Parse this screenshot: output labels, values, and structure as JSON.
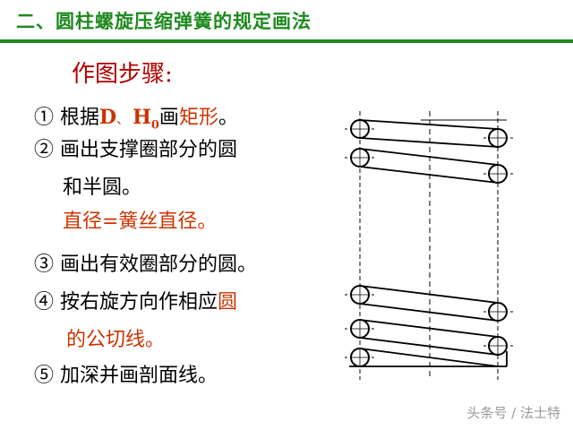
{
  "header": {
    "title": "二、圆柱螺旋压缩弹簧的规定画法",
    "rule_color": "#1f8a1f"
  },
  "subtitle": "作图步骤:",
  "steps": [
    {
      "pre": "① 根据",
      "dh_d": "D",
      "dh_sep": "、",
      "dh_h": "H",
      "dh_sub": "0",
      "mid": "画",
      "red": "矩形",
      "post": "。"
    },
    {
      "line1": "② 画出支撑圈部分的圆",
      "line2": "和半圆。",
      "line3": "直径=簧丝直径。"
    },
    {
      "text": "③ 画出有效圈部分的圆。"
    },
    {
      "pre": "④ 按右旋方向作相应",
      "red": "圆",
      "line2": "的公切线。"
    },
    {
      "text": "⑤ 加深并画剖面线。"
    }
  ],
  "colors": {
    "accent_red": "#cc3300",
    "header_green": "#1f8a1f"
  },
  "watermark": "头条号 / 法士特"
}
